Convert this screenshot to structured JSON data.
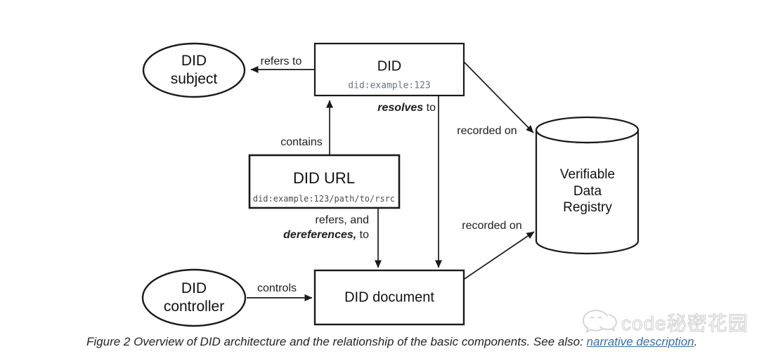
{
  "nodes": {
    "did_subject": {
      "line1": "DID",
      "line2": "subject"
    },
    "did": {
      "title": "DID",
      "code": "did:example:123"
    },
    "did_url": {
      "title": "DID URL",
      "code": "did:example:123/path/to/rsrc"
    },
    "did_controller": {
      "line1": "DID",
      "line2": "controller"
    },
    "did_document": {
      "title": "DID document"
    },
    "verifiable_data_registry": {
      "line1": "Verifiable",
      "line2": "Data",
      "line3": "Registry"
    }
  },
  "edge_labels": {
    "refers_to": "refers to",
    "resolves_emph": "resolves",
    "resolves_rest": " to",
    "contains": "contains",
    "refers_and": "refers, and",
    "dereferences_emph": "dereferences,",
    "dereferences_rest": " to",
    "controls": "controls",
    "recorded_on_top": "recorded on",
    "recorded_on_bottom": "recorded on"
  },
  "caption": {
    "prefix": "Figure 2 Overview of DID architecture and the relationship of the basic components. See also: ",
    "link_text": "narrative description",
    "suffix": "."
  },
  "watermark": {
    "text": "code秘密花园",
    "icon": "wechat-icon"
  },
  "colors": {
    "line": "#1a1a1a",
    "link": "#3a6ea5",
    "code_gray": "#6b7280",
    "code_dark": "#4d4d4d"
  }
}
